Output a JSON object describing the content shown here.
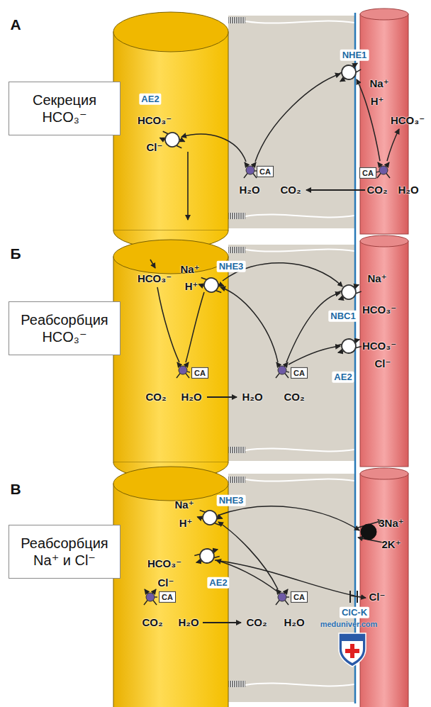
{
  "diagram": {
    "nodes": [
      {
        "text": [
          "Секреция HCO₃⁻"
        ]
      },
      {
        "text": [
          "CA"
        ]
      },
      {
        "text": [
          "CA"
        ]
      },
      {
        "text": [
          "Реабсорбция HCO₃⁻"
        ]
      },
      {
        "text": [
          "CA"
        ]
      },
      {
        "text": [
          "CA"
        ]
      },
      {
        "text": [
          "Реабсорбция Na⁺ и Cl⁻"
        ]
      },
      {
        "text": [
          "CA"
        ]
      },
      {
        "text": [
          "CA"
        ]
      }
    ],
    "labels": [
      "А",
      "AE2",
      "HCO₃⁻",
      "Cl⁻",
      "NHE1",
      "Na⁺",
      "H⁺",
      "HCO₃⁻",
      "H₂O",
      "CO₂",
      "CO₂",
      "H₂O",
      "Б",
      "HCO₃⁻",
      "Na⁺",
      "H⁺",
      "NHE3",
      "CO₂",
      "H₂O",
      "H₂O",
      "CO₂",
      "Na⁺",
      "NBC1",
      "HCO₃⁻",
      "HCO₃⁻",
      "Cl⁻",
      "AE2",
      "В",
      "Na⁺",
      "H⁺",
      "NHE3",
      "HCO₃⁻",
      "Cl⁻",
      "AE2",
      "3Na⁺",
      "2K⁺",
      "CO₂",
      "H₂O",
      "CO₂",
      "H₂O",
      "Cl⁻",
      "ClC-K",
      "meduniver.com"
    ]
  }
}
